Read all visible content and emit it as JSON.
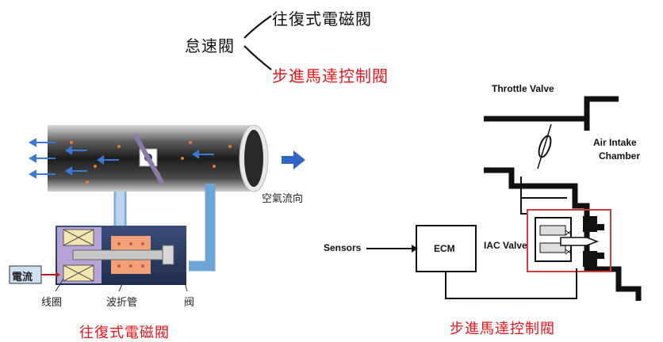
{
  "tree": {
    "root": "怠速閥",
    "branch_1": "往復式電磁閥",
    "branch_2": "步進馬達控制閥"
  },
  "left_diagram": {
    "air_flow_label": "空氣流向",
    "current_label": "電流",
    "coil_label": "线圈",
    "bellows_label": "波折管",
    "valve_label": "阀",
    "caption": "往復式電磁閥"
  },
  "right_diagram": {
    "throttle_label": "Throttle Valve",
    "chamber_label_1": "Air Intake",
    "chamber_label_2": "Chamber",
    "sensors_label": "Sensors",
    "ecm_label": "ECM",
    "iac_label": "IAC Valve",
    "caption": "步進馬達控制閥"
  },
  "colors": {
    "highlight_red": "#e8141c",
    "pipe_blue": "#6fa4d6",
    "arrow_blue": "#2f66c6",
    "bellows_orange": "#f2a07a",
    "coil_purple": "#b7a3d6"
  }
}
